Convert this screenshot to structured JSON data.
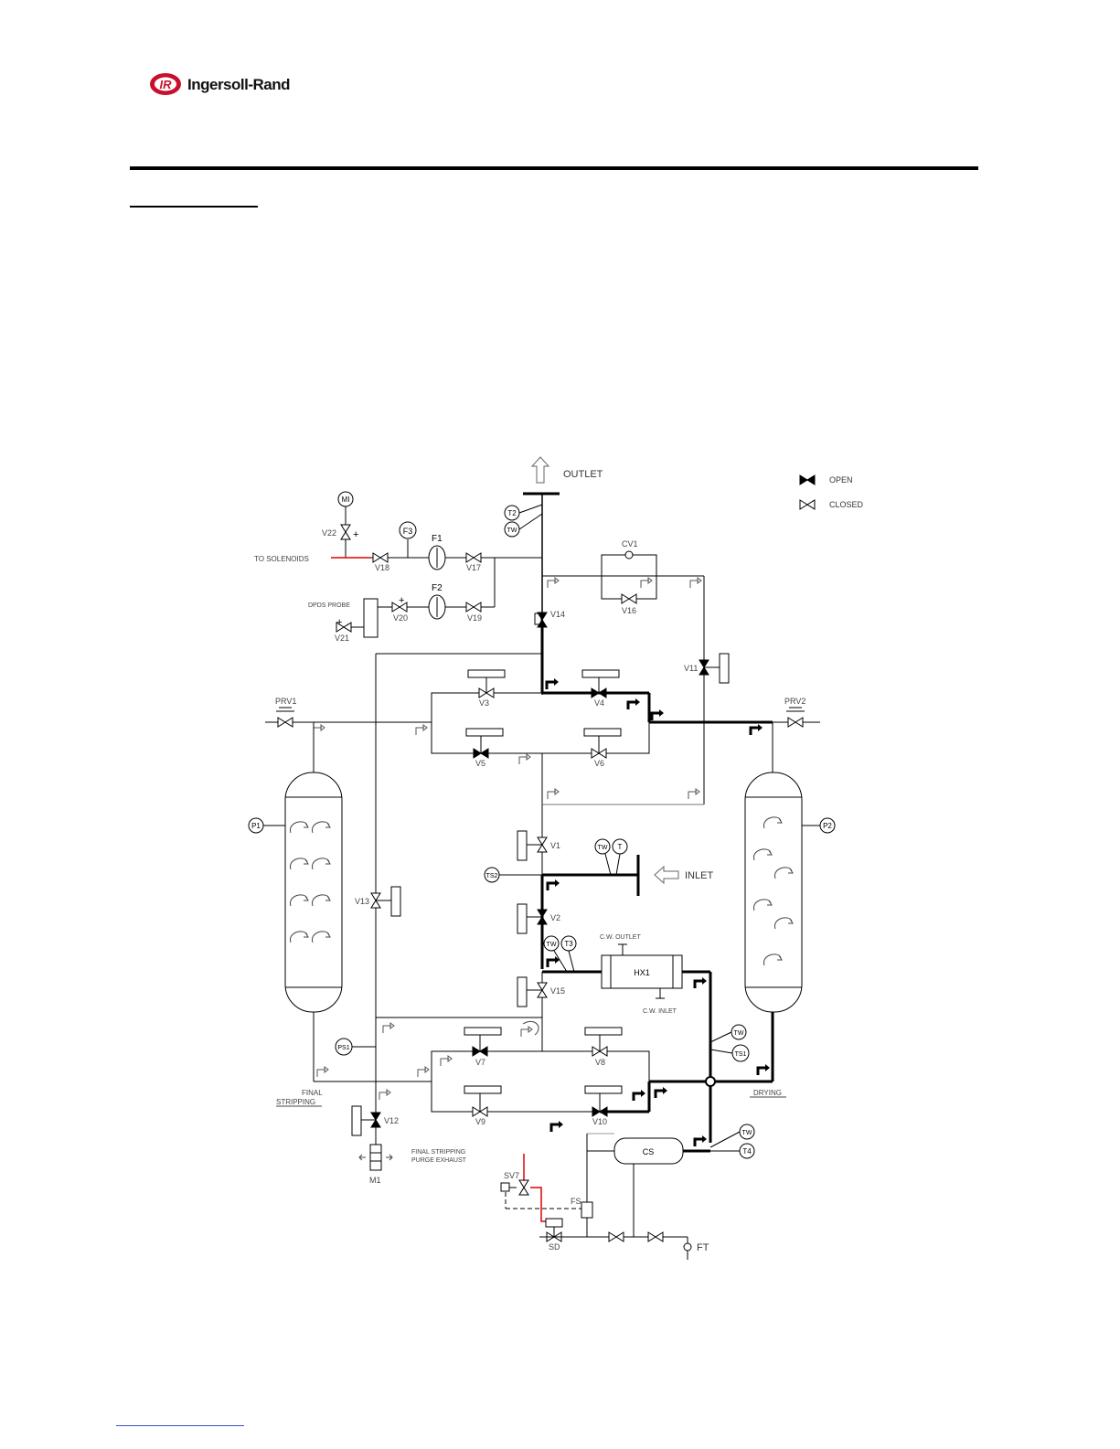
{
  "brand": {
    "name": "Ingersoll-Rand",
    "mark": "IR",
    "color": "#c8102e"
  },
  "legend": {
    "open": "OPEN",
    "closed": "CLOSED"
  },
  "ports": {
    "outlet": "OUTLET",
    "inlet": "INLET"
  },
  "labels": {
    "to_solenoids": "TO SOLENOIDS",
    "dpds_probe": "DPDS PROBE",
    "final_stripping": "FINAL STRIPPING",
    "drying": "DRYING",
    "purge_exhaust": "FINAL STRIPPING PURGE EXHAUST",
    "cw_outlet": "C.W. OUTLET",
    "cw_inlet": "C.W. INLET"
  },
  "valves": [
    "V1",
    "V2",
    "V3",
    "V4",
    "V5",
    "V6",
    "V7",
    "V8",
    "V9",
    "V10",
    "V11",
    "V12",
    "V13",
    "V14",
    "V15",
    "V16",
    "V17",
    "V18",
    "V19",
    "V20",
    "V21",
    "V22"
  ],
  "instruments": {
    "mi": "MI",
    "f3": "F3",
    "f1": "F1",
    "f2": "F2",
    "cv1": "CV1",
    "t2": "T2",
    "tw": "TW",
    "t": "T",
    "ts2": "TS2",
    "t3": "T3",
    "ts1": "TS1",
    "t4": "T4",
    "p1": "P1",
    "p2": "P2",
    "ps1": "PS1",
    "prv1": "PRV1",
    "prv2": "PRV2",
    "hx1": "HX1",
    "cs": "CS",
    "fs": "FS",
    "sd": "SD",
    "ft": "FT",
    "sv7": "SV7",
    "m1": "M1"
  },
  "colors": {
    "line": "#000000",
    "signal": "#e00000",
    "label": "#333333"
  }
}
